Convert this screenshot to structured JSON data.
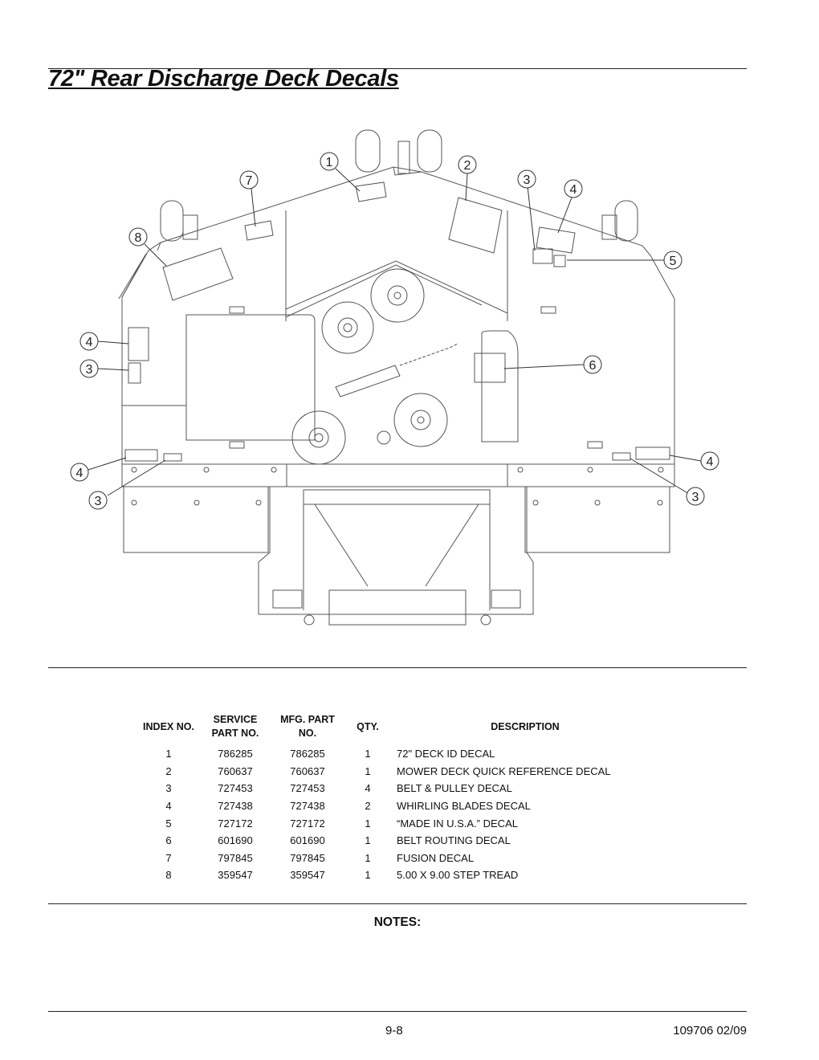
{
  "page": {
    "title": "72\" Rear Discharge Deck Decals",
    "notes_label": "NOTES:",
    "page_number": "9-8",
    "doc_id": "109706 02/09"
  },
  "diagram": {
    "callouts": [
      "1",
      "2",
      "3",
      "4",
      "5",
      "6",
      "7",
      "8",
      "4",
      "3",
      "4",
      "3",
      "4",
      "3"
    ]
  },
  "table": {
    "headers": {
      "index": "INDEX NO.",
      "service_line1": "SERVICE",
      "service_line2": "PART NO.",
      "mfg_line1": "MFG. PART",
      "mfg_line2": "NO.",
      "qty": "QTY.",
      "description": "DESCRIPTION"
    },
    "rows": [
      {
        "index": "1",
        "service": "786285",
        "mfg": "786285",
        "qty": "1",
        "description": "72\" DECK ID DECAL"
      },
      {
        "index": "2",
        "service": "760637",
        "mfg": "760637",
        "qty": "1",
        "description": "MOWER DECK QUICK REFERENCE DECAL"
      },
      {
        "index": "3",
        "service": "727453",
        "mfg": "727453",
        "qty": "4",
        "description": "BELT & PULLEY DECAL"
      },
      {
        "index": "4",
        "service": "727438",
        "mfg": "727438",
        "qty": "2",
        "description": "WHIRLING BLADES DECAL"
      },
      {
        "index": "5",
        "service": "727172",
        "mfg": "727172",
        "qty": "1",
        "description": "“MADE IN U.S.A.” DECAL"
      },
      {
        "index": "6",
        "service": "601690",
        "mfg": "601690",
        "qty": "1",
        "description": "BELT ROUTING DECAL"
      },
      {
        "index": "7",
        "service": "797845",
        "mfg": "797845",
        "qty": "1",
        "description": "FUSION DECAL"
      },
      {
        "index": "8",
        "service": "359547",
        "mfg": "359547",
        "qty": "1",
        "description": "5.00 X 9.00 STEP TREAD"
      }
    ]
  }
}
